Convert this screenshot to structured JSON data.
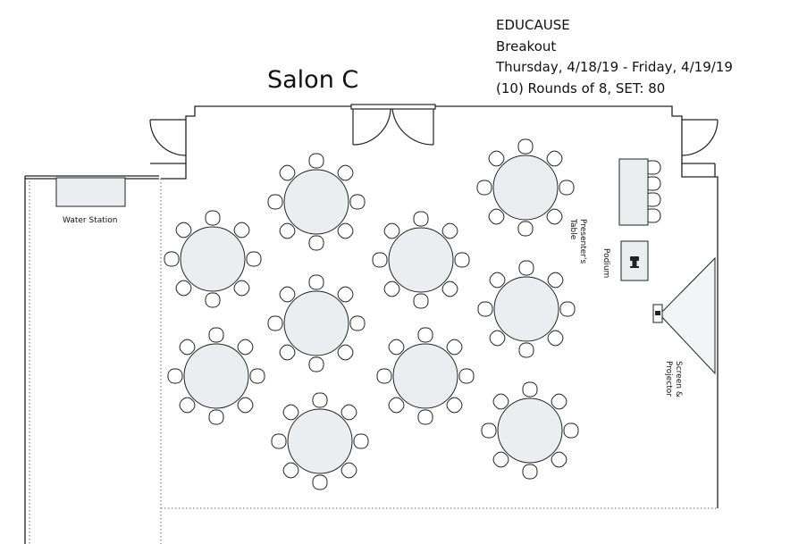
{
  "title": "Salon C",
  "info": {
    "line1": "EDUCAUSE",
    "line2": "Breakout",
    "line3": "Thursday, 4/18/19 - Friday, 4/19/19",
    "line4": "(10) Rounds of 8, SET: 80"
  },
  "labels": {
    "water_station": "Water Station",
    "presenters_table": [
      "Presenter's",
      "Table"
    ],
    "podium": "Podium",
    "screen_projector": [
      "Screen &",
      "Projector"
    ]
  },
  "colors": {
    "table_fill": "#ebeef1",
    "line": "#222222"
  },
  "icons": {
    "podium": "podium-icon",
    "projector": "projector-icon"
  }
}
